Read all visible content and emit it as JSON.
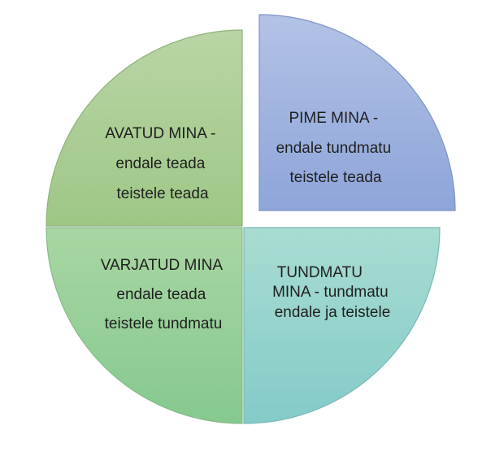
{
  "quadrants": {
    "open": {
      "lines": [
        "AVATUD MINA -",
        "endale teada",
        "teistele teada"
      ],
      "colors": [
        "#b9d5a5",
        "#9ec786"
      ],
      "stroke": "#8fb07a"
    },
    "blind": {
      "lines": [
        "PIME MINA -",
        "endale tundmatu",
        "teistele teada"
      ],
      "colors": [
        "#b3c2e6",
        "#8ea5d9"
      ],
      "stroke": "#7d93c6"
    },
    "hidden": {
      "lines": [
        "VARJATUD MINA",
        "endale teada",
        "teistele tundmatu"
      ],
      "colors": [
        "#a9d6a2",
        "#85c98f"
      ],
      "stroke": "#86b98a"
    },
    "unknown": {
      "lines": [
        "TUNDMATU",
        "MINA - tundmatu",
        "endale ja teistele"
      ],
      "colors": [
        "#a8dcd2",
        "#84cbc8"
      ],
      "stroke": "#77b8b4"
    }
  }
}
